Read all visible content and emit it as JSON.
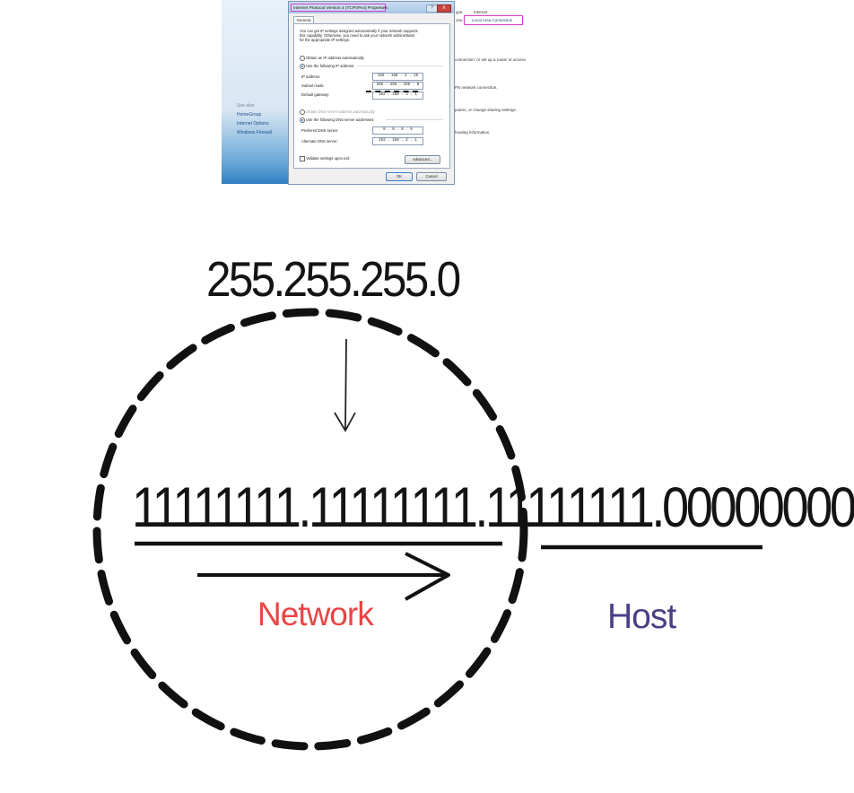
{
  "screenshot": {
    "dialog": {
      "title": "Internet Protocol Version 4 (TCP/IPv4) Properties",
      "help_button": "?",
      "close_button": "X",
      "tab_general": "General",
      "intro_line1": "You can get IP settings assigned automatically if your network supports",
      "intro_line2": "this capability. Otherwise, you need to ask your network administrator",
      "intro_line3": "for the appropriate IP settings.",
      "obtain_ip_auto": "Obtain an IP address automatically",
      "use_following_ip": "Use the following IP address:",
      "ip_address_label": "IP address:",
      "ip_address_value": "192 . 168 .  2  .  25",
      "subnet_mask_label": "Subnet mask:",
      "subnet_mask_value": "255 . 255 . 255 .  0",
      "default_gateway_label": "Default gateway:",
      "default_gateway_value": "192 . 168 .  2  .  1",
      "obtain_dns_auto": "Obtain DNS server address automatically",
      "use_following_dns": "Use the following DNS server addresses:",
      "preferred_dns_label": "Preferred DNS server:",
      "preferred_dns_value": "8 .  8  .  8  .  8",
      "alternate_dns_label": "Alternate DNS server:",
      "alternate_dns_value": "192 . 168 .  2  .  1",
      "validate_label": "Validate settings upon exit",
      "advanced_button": "Advanced...",
      "ok_button": "OK",
      "cancel_button": "Cancel"
    },
    "nav": {
      "see_also": "See also",
      "links": [
        "HomeGroup",
        "Internet Options",
        "Windows Firewall"
      ]
    },
    "right_pane": {
      "type_label": "ype:",
      "type_value": "Internet",
      "connections_label": "ons:",
      "connection_link": "Local Area Connection",
      "text1": "connection; or set up a router or access",
      "text2": "PN network connection.",
      "text3": "puters, or change sharing settings.",
      "text4": "hooting information."
    }
  },
  "diagram": {
    "subnet_mask": "255.255.255.0",
    "binary": "11111111.11111111.11111111.00000000",
    "network_label": "Network",
    "host_label": "Host",
    "colors": {
      "ink": "#141414",
      "network": "#e94545",
      "host": "#4c3e84",
      "highlight": "#d040d0"
    }
  }
}
